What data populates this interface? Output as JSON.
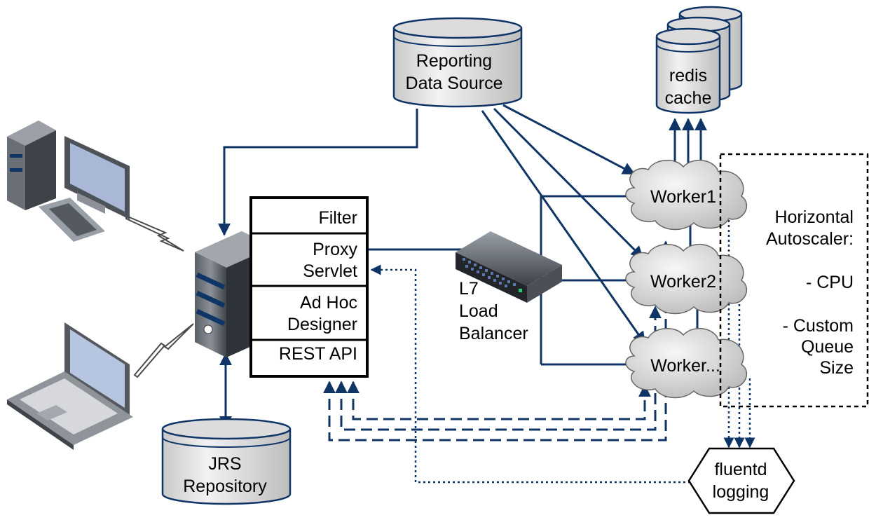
{
  "nodes": {
    "reporting_source": [
      "Reporting",
      "Data Source"
    ],
    "redis": [
      "redis",
      "cache"
    ],
    "jrs_repo": [
      "JRS",
      "Repository"
    ],
    "fluentd": [
      "fluentd",
      "logging"
    ],
    "load_balancer": [
      "L7",
      "Load",
      "Balancer"
    ],
    "workers": [
      "Worker1",
      "Worker2",
      "Worker..."
    ]
  },
  "server_stack": {
    "filter": "Filter",
    "proxy": [
      "Proxy",
      "Servlet"
    ],
    "adhoc": [
      "Ad Hoc",
      "Designer"
    ],
    "rest": "REST API"
  },
  "autoscaler": {
    "title": [
      "Horizontal",
      "Autoscaler:"
    ],
    "cpu": "- CPU",
    "queue": [
      "- Custom",
      "Queue",
      "Size"
    ]
  },
  "colors": {
    "line": "#0f3566",
    "db_fill": "#e6e6e6",
    "cloud_fill": "#d4d4d4"
  },
  "icons": [
    "desktop-computer-icon",
    "laptop-icon",
    "server-tower-icon",
    "network-switch-icon",
    "lightning-link-icon",
    "database-icon",
    "cloud-icon"
  ]
}
